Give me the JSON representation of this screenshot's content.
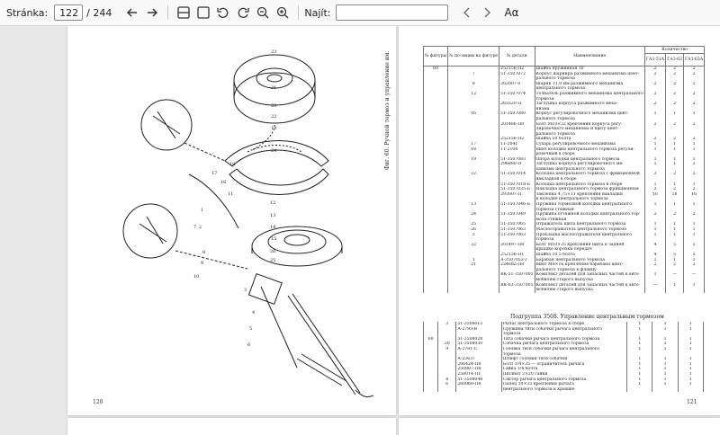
{
  "toolbar": {
    "page_label": "Stránka:",
    "page_value": "122",
    "page_total": "/ 244",
    "find_label": "Najít:",
    "find_placeholder": "",
    "font_label": "Aα"
  },
  "left_page": {
    "caption": "Фиг. 60. Ручной тормоз и управление им.",
    "page_number": "120",
    "callouts": [
      "23",
      "19",
      "18",
      "17",
      "16",
      "11",
      "12",
      "13",
      "14",
      "15",
      "26",
      "25",
      "1",
      "2",
      "3",
      "4",
      "5",
      "6",
      "7",
      "8",
      "9",
      "10",
      "21",
      "20",
      "22",
      "24"
    ]
  },
  "right_page": {
    "page_number": "121",
    "headers": [
      "№ фигуры",
      "№ по-зиции на фигуре",
      "№ детали",
      "Наименование",
      "ГАЗ-51А",
      "ГАЗ-63",
      "ГАЗ-63А"
    ],
    "header_group": "Количество",
    "rows1": [
      [
        "60",
        "",
        "252156-П2",
        "Шайба пружинная 10",
        "2",
        "2",
        "2"
      ],
      [
        "",
        "7",
        "51-3507072",
        "Корпус шарнира разжимного механизма цент-",
        "2",
        "2",
        "2"
      ],
      [
        "",
        "",
        "",
        "рального тормоза",
        "",
        "",
        ""
      ],
      [
        "",
        "8",
        "262007-S",
        "Шарик 11,9 мм разжимного механизма",
        "2",
        "2",
        "2"
      ],
      [
        "",
        "",
        "",
        "центрального тормоза",
        "",
        "",
        ""
      ],
      [
        "",
        "12",
        "51-3507074",
        "Толкатель разжимного механизма центрального",
        "2",
        "2",
        "2"
      ],
      [
        "",
        "",
        "",
        "тормоза",
        "",
        "",
        ""
      ],
      [
        "",
        "",
        "263320-П",
        "Заглушка корпуса разжимного меха-",
        "2",
        "2",
        "2"
      ],
      [
        "",
        "",
        "",
        "низма",
        "",
        "",
        ""
      ],
      [
        "",
        "16",
        "51-3507080",
        "Корпус регулировочного механизма цент-",
        "1",
        "1",
        "1"
      ],
      [
        "",
        "",
        "",
        "рального тормоза",
        "",
        "",
        ""
      ],
      [
        "",
        "",
        "201486-П8",
        "Болт М10×32 крепления корпуса регу-",
        "2",
        "2",
        "2"
      ],
      [
        "",
        "",
        "",
        "лировочного механизма и щиту цент-",
        "",
        "",
        ""
      ],
      [
        "",
        "",
        "",
        "рального тормоза",
        "",
        "",
        ""
      ],
      [
        "",
        "",
        "252156-П2",
        "Шайба 10 болта",
        "2",
        "2",
        "2"
      ],
      [
        "",
        "17",
        "11-2041",
        "Сухарь регулировочного механизма",
        "1",
        "1",
        "1"
      ],
      [
        "",
        "18",
        "11-2108",
        "Винт колодки центрального тормоза регули-",
        "1",
        "1",
        "1"
      ],
      [
        "",
        "",
        "",
        "ровочный в сборе",
        "",
        "",
        ""
      ],
      [
        "",
        "19",
        "51-3507083",
        "Опора колодки центрального тормоза",
        "1",
        "1",
        "1"
      ],
      [
        "",
        "",
        "296880-П",
        "Заглушка корпуса регулировочного ме-",
        "1",
        "1",
        "1"
      ],
      [
        "",
        "",
        "",
        "ханизма центрального тормоза",
        "",
        "",
        ""
      ],
      [
        "",
        "22",
        "51-3507014",
        "Колодка центрального тормоза с фрикционной",
        "2",
        "2",
        "2"
      ],
      [
        "",
        "",
        "",
        "накладкой в сборе",
        "",
        "",
        ""
      ],
      [
        "",
        "",
        "51-3507018-Б",
        "Колодка центрального тормоза в сборе",
        "1",
        "1",
        "1"
      ],
      [
        "",
        "",
        "51-3507035-Б",
        "Накладка центрального тормоза фрикционная",
        "2",
        "2",
        "2"
      ],
      [
        "",
        "",
        "293007-П",
        "Заклепка 4,75×11 крепления накладки",
        "16",
        "16",
        "16"
      ],
      [
        "",
        "",
        "",
        "к колодке центрального тормоза",
        "",
        "",
        ""
      ],
      [
        "",
        "13",
        "51-3507046-Б",
        "Пружина тормозной колодки центрального",
        "1",
        "1",
        "1"
      ],
      [
        "",
        "",
        "",
        "тормоза стяжная",
        "",
        "",
        ""
      ],
      [
        "",
        "24",
        "51-3507049",
        "Пружина оттяжной колодки центрального тор-",
        "2",
        "2",
        "2"
      ],
      [
        "",
        "",
        "",
        "моза стяжная",
        "",
        "",
        ""
      ],
      [
        "",
        "25",
        "51-3507065",
        "Отражатель щита центрального тормоза",
        "1",
        "1",
        "1"
      ],
      [
        "",
        "26",
        "51-3507063",
        "Маслоотражатель центрального тормоза",
        "1",
        "1",
        "1"
      ],
      [
        "",
        "3",
        "51-3507063",
        "Прокладка маслоотражателя центрального",
        "1",
        "1",
        "1"
      ],
      [
        "",
        "",
        "",
        "тормоза",
        "",
        "",
        ""
      ],
      [
        "",
        "22",
        "201497-П8",
        "Болт М10×35 крепления щита к задней",
        "4",
        "5",
        "5"
      ],
      [
        "",
        "",
        "",
        "крышке коробки передач",
        "",
        "",
        ""
      ],
      [
        "",
        "",
        "252136-П1",
        "Шайба 10,5 болта",
        "4",
        "5",
        "5"
      ],
      [
        "",
        "1",
        "А-3507052-Г",
        "Барабан центрального тормоза",
        "1",
        "1",
        "1"
      ],
      [
        "",
        "21",
        "224682-П8",
        "Винт М8×16 крепления барабана цент-",
        "2",
        "2",
        "2"
      ],
      [
        "",
        "",
        "",
        "рального тормоза к фланцу",
        "",
        "",
        ""
      ],
      [
        "",
        "",
        "ВК-51-3507005",
        "Комплект деталей для запасных частей к авто-",
        "1",
        "—",
        "—"
      ],
      [
        "",
        "",
        "",
        "мобилям старого выпуска",
        "",
        "",
        ""
      ],
      [
        "",
        "",
        "ВК-63-3507005",
        "Комплект деталей для запасных частей к авто-",
        "—",
        "1",
        "1"
      ],
      [
        "",
        "",
        "",
        "мобилям старого выпуска",
        "",
        "",
        ""
      ]
    ],
    "subgroup": "Подгруппа 3508. Управление центральным тормозом",
    "rows2": [
      [
        "",
        "3",
        "51-3508013",
        "Рычаг центрального тормоза в сборе",
        "1",
        "1",
        "1"
      ],
      [
        "",
        "",
        "А-2793-В",
        "Пружина тяги собачки рычага центрального",
        "1",
        "1",
        "1"
      ],
      [
        "",
        "",
        "",
        "тормоза",
        "",
        "",
        ""
      ],
      [
        "60",
        "",
        "51-3508028",
        "Тяга собачки рычага центрального тормоза",
        "1",
        "1",
        "1"
      ],
      [
        "",
        "20",
        "51-3508030",
        "Собачка рычага центрального тормоза",
        "1",
        "1",
        "1"
      ],
      [
        "",
        "9",
        "А-2781-С",
        "Головка тяги собачки рычага центрального",
        "1",
        "1",
        "1"
      ],
      [
        "",
        "",
        "",
        "тормоза",
        "",
        "",
        ""
      ],
      [
        "",
        "",
        "А-23637",
        "Штифт головки тяги собачки",
        "1",
        "1",
        "1"
      ],
      [
        "",
        "",
        "206424-П8",
        "Болт 1/4×35 — ограничитель рычага",
        "1",
        "1",
        "1"
      ],
      [
        "",
        "",
        "250807-П8",
        "Гайка 1/4 болта",
        "1",
        "1",
        "1"
      ],
      [
        "",
        "",
        "258014-П1",
        "Шплинт 2×20 гайки",
        "1",
        "1",
        "1"
      ],
      [
        "",
        "4",
        "51-3508048",
        "Сектор рычага центрального тормоза",
        "1",
        "1",
        "1"
      ],
      [
        "",
        "6",
        "260060-П8",
        "Палец 10×35 крепления рычага",
        "1",
        "1",
        "1"
      ],
      [
        "",
        "",
        "",
        "центрального тормоза к крышке",
        "",
        "",
        ""
      ]
    ]
  }
}
